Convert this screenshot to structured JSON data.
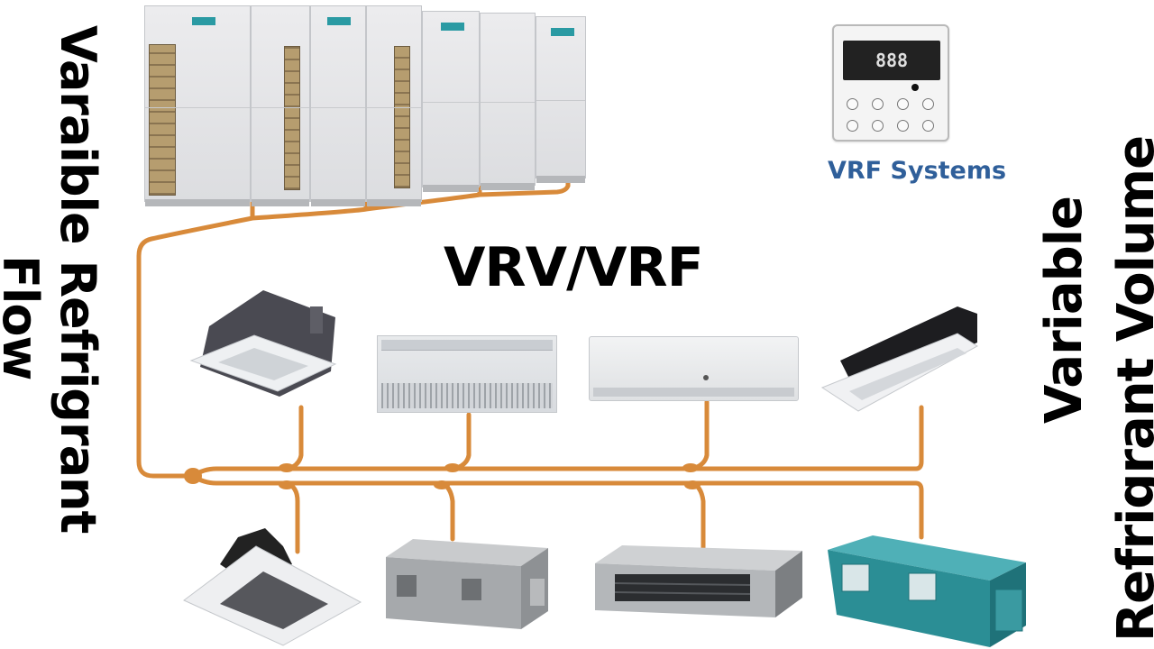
{
  "labels": {
    "left_line1": "Varaible Refrigrant",
    "left_line2": "Flow",
    "right_line1": "Variable",
    "right_line2": "Refrigrant Volume",
    "main_title": "VRV/VRF",
    "brand": "VRF Systems",
    "remote_display": "888"
  },
  "colors": {
    "pipe": "#d88a3a",
    "title_text": "#000000",
    "brand_text": "#2f5f9a",
    "outdoor_badge": "#2a9aa3",
    "teal_unit": "#2b8e95"
  },
  "components": {
    "outdoor_units": [
      {
        "name": "outdoor-module-1",
        "grille": true
      },
      {
        "name": "outdoor-module-2",
        "grille": true
      },
      {
        "name": "outdoor-module-3",
        "grille": false
      },
      {
        "name": "outdoor-module-4",
        "grille": false
      }
    ],
    "indoor_units_row1": [
      {
        "type": "ceiling-cassette-4way"
      },
      {
        "type": "floor-ceiling-unit"
      },
      {
        "type": "wall-mounted-split"
      },
      {
        "type": "ceiling-cassette-1way"
      }
    ],
    "indoor_units_row2": [
      {
        "type": "ceiling-cassette-compact"
      },
      {
        "type": "ducted-unit-high-static"
      },
      {
        "type": "ducted-unit-slim"
      },
      {
        "type": "ducted-unit-teal"
      }
    ],
    "controller": {
      "type": "wired-remote-controller"
    }
  }
}
